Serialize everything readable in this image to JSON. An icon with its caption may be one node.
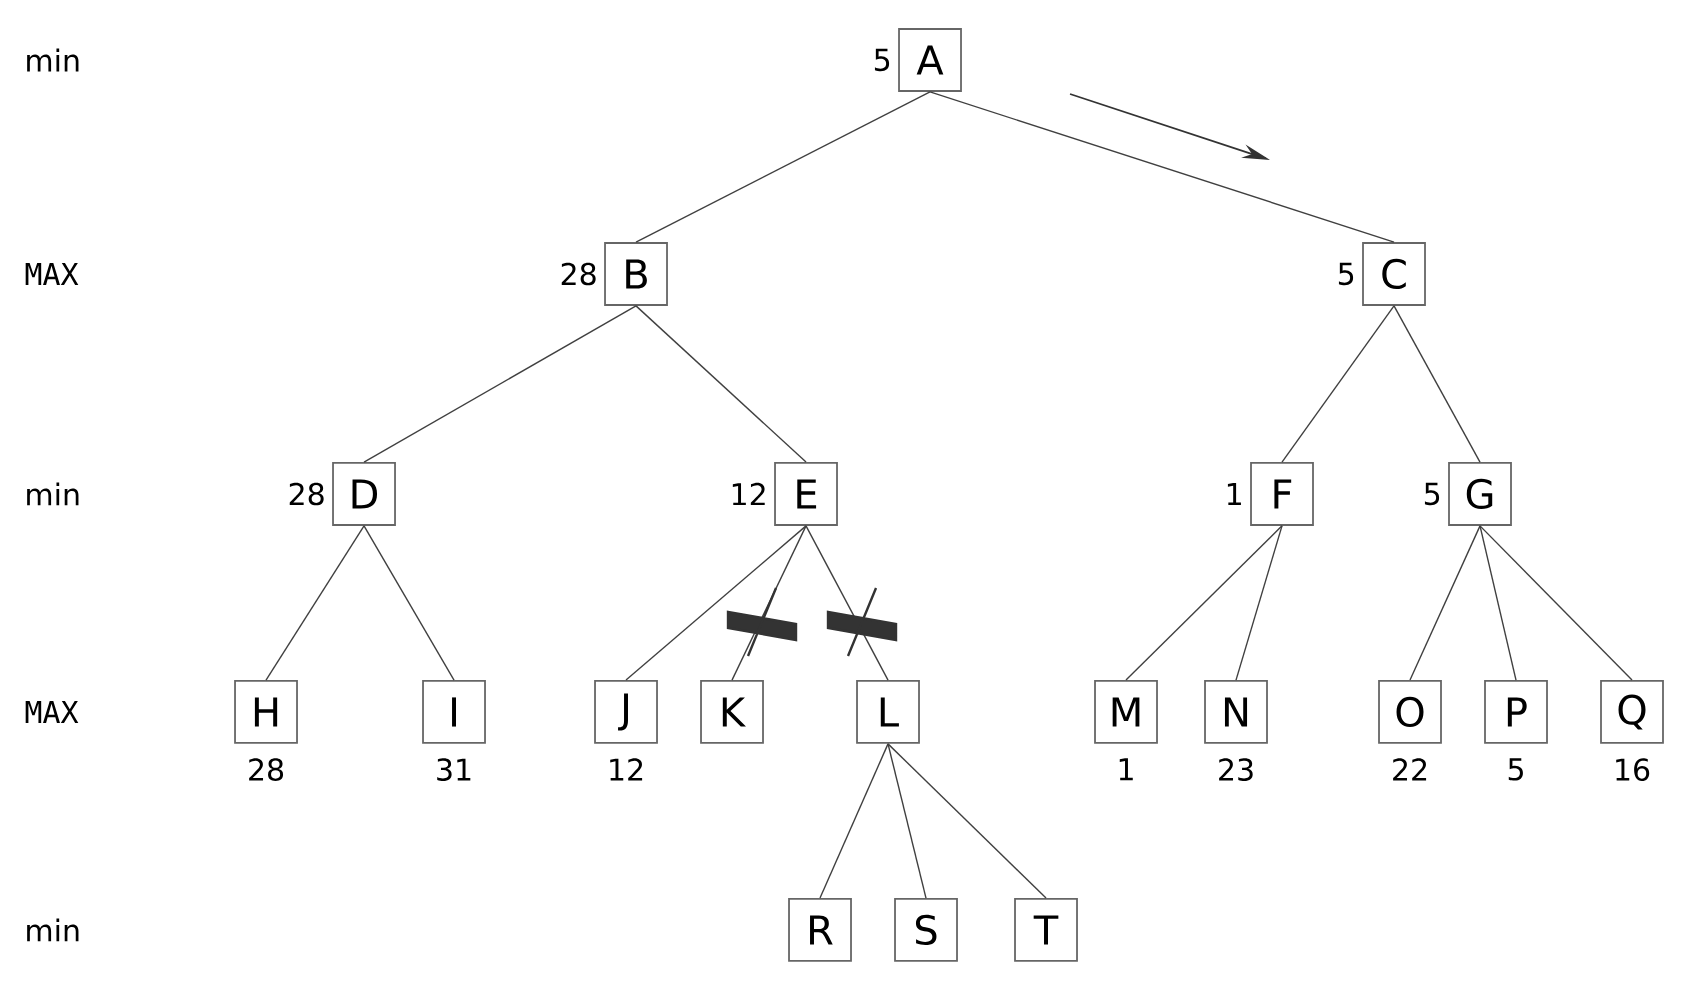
{
  "diagram": {
    "nodes": [
      {
        "text": [
          "A"
        ],
        "beside": [
          "5"
        ]
      },
      {
        "text": [
          "B"
        ],
        "beside": [
          "28"
        ]
      },
      {
        "text": [
          "C"
        ],
        "beside": [
          "5"
        ]
      },
      {
        "text": [
          "D"
        ],
        "beside": [
          "28"
        ]
      },
      {
        "text": [
          "E"
        ],
        "beside": [
          "12"
        ]
      },
      {
        "text": [
          "F"
        ],
        "beside": [
          "1"
        ]
      },
      {
        "text": [
          "G"
        ],
        "beside": [
          "5"
        ]
      },
      {
        "text": [
          "H"
        ],
        "beside": [
          "28"
        ]
      },
      {
        "text": [
          "I"
        ],
        "beside": [
          "31"
        ]
      },
      {
        "text": [
          "J"
        ],
        "beside": [
          "12"
        ]
      },
      {
        "text": [
          "K"
        ]
      },
      {
        "text": [
          "L"
        ]
      },
      {
        "text": [
          "M"
        ],
        "beside": [
          "1"
        ]
      },
      {
        "text": [
          "N"
        ],
        "beside": [
          "23"
        ]
      },
      {
        "text": [
          "O"
        ],
        "beside": [
          "22"
        ]
      },
      {
        "text": [
          "P"
        ],
        "beside": [
          "5"
        ]
      },
      {
        "text": [
          "Q"
        ],
        "beside": [
          "16"
        ]
      },
      {
        "text": [
          "R"
        ]
      },
      {
        "text": [
          "S"
        ]
      },
      {
        "text": [
          "T"
        ]
      }
    ],
    "edges": [
      {
        "from": 0,
        "to": 1,
        "arrow": "none"
      },
      {
        "from": 0,
        "to": 2,
        "arrow": "none"
      },
      {
        "from": 1,
        "to": 3,
        "arrow": "none"
      },
      {
        "from": 1,
        "to": 4,
        "arrow": "none"
      },
      {
        "from": 2,
        "to": 5,
        "arrow": "none"
      },
      {
        "from": 2,
        "to": 6,
        "arrow": "none"
      },
      {
        "from": 3,
        "to": 7,
        "arrow": "none"
      },
      {
        "from": 3,
        "to": 8,
        "arrow": "none"
      },
      {
        "from": 4,
        "to": 9,
        "arrow": "none"
      },
      {
        "from": 4,
        "to": 10,
        "arrow": "none"
      },
      {
        "from": 4,
        "to": 11,
        "arrow": "none"
      },
      {
        "from": 5,
        "to": 12,
        "arrow": "none"
      },
      {
        "from": 5,
        "to": 13,
        "arrow": "none"
      },
      {
        "from": 6,
        "to": 14,
        "arrow": "none"
      },
      {
        "from": 6,
        "to": 15,
        "arrow": "none"
      },
      {
        "from": 6,
        "to": 16,
        "arrow": "none"
      },
      {
        "from": 11,
        "to": 17,
        "arrow": "none"
      },
      {
        "from": 11,
        "to": 18,
        "arrow": "none"
      },
      {
        "from": 11,
        "to": 19,
        "arrow": "none"
      }
    ],
    "labels": [
      "min",
      "MAX",
      "min",
      "MAX",
      "min"
    ]
  }
}
